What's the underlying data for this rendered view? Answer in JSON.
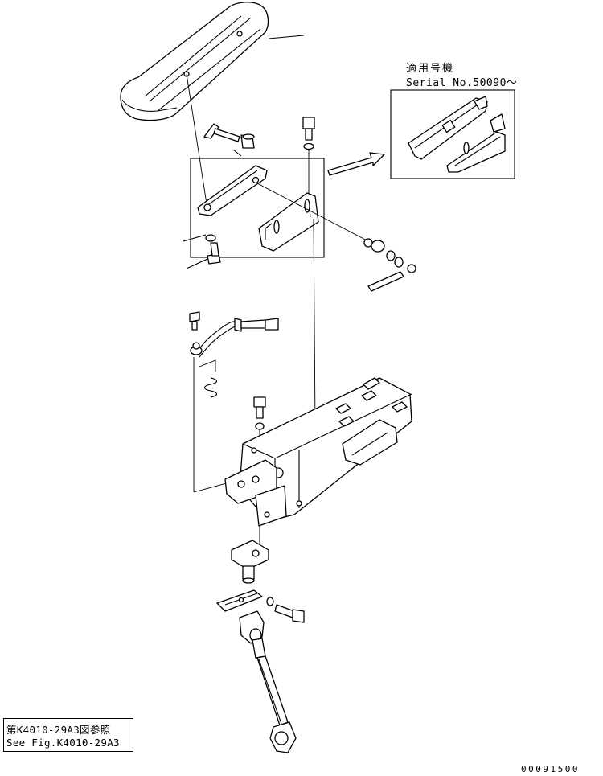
{
  "labels": {
    "serial_ja": "適用号機",
    "serial_en": "Serial No.50090～",
    "ref_ja": "第K4010-29A3図参照",
    "ref_en": "See Fig.K4010-29A3",
    "drawing_number": "00091500"
  },
  "colors": {
    "line": "#000000",
    "background": "#ffffff"
  }
}
